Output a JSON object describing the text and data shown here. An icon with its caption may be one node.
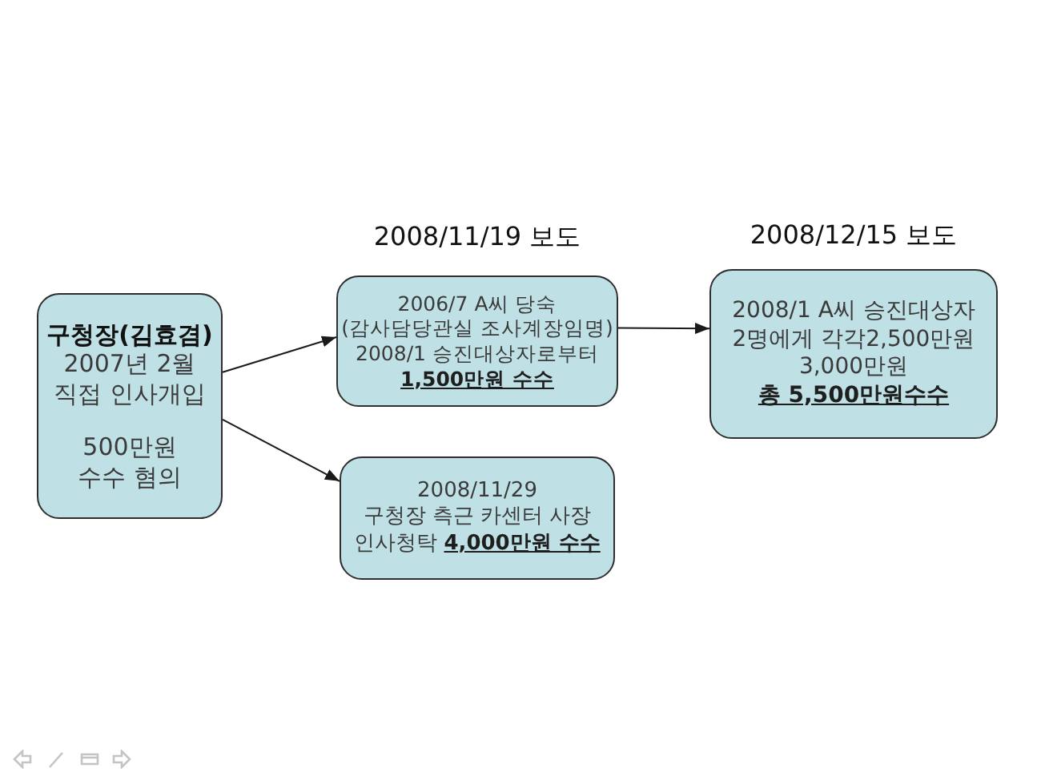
{
  "diagram": {
    "nodes": [
      {
        "text": [
          "구청장(김효겸)",
          "2007년 2월 직접 인사개입",
          "500만원 수수 혐의"
        ]
      },
      {
        "text": [
          "2008/11/19 보도",
          "2006/7 A씨 당숙 (감사담당관실 조사계장임명) 2008/1 승진대상자로부터 **1,500만원 수수**"
        ]
      },
      {
        "text": [
          "2008/11/29",
          "구청장 측근 카센터 사장 인사청탁 **4,000만원 수수**"
        ]
      },
      {
        "text": [
          "2008/12/15 보도",
          "2008/1 A씨 승진대상자 2명에게 각각2,500만원 3,000만원 **총 5,500만원수수**"
        ]
      }
    ],
    "edges": [
      {
        "from": 0,
        "to": 1,
        "arrow": "to"
      },
      {
        "from": 0,
        "to": 2,
        "arrow": "to"
      },
      {
        "from": 1,
        "to": 3,
        "arrow": "to"
      }
    ]
  }
}
